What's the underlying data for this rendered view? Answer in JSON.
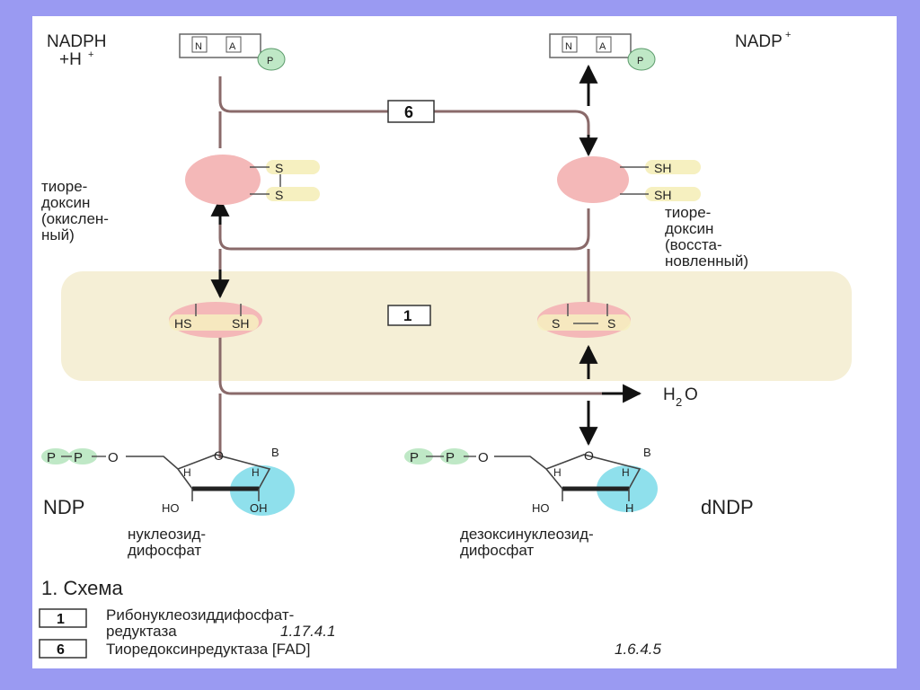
{
  "left": {
    "cofactor_line1": "NADPH",
    "cofactor_line2": "+H",
    "cofactor_charge": "+",
    "thioredoxin_lines": [
      "тиоре-",
      "доксин",
      "(окислен-",
      "ный)"
    ],
    "thioredoxin_groups": [
      "S",
      "S"
    ],
    "enzyme_groups": [
      "HS",
      "SH"
    ],
    "phosphate_p1": "P",
    "phosphate_p2": "P",
    "phosphate_o": "O",
    "ring_o": "O",
    "base": "B",
    "ring_h1": "H",
    "ring_h2": "H",
    "sub_ho": "HO",
    "sub_oh": "OH",
    "molecule_abbr": "NDP",
    "molecule_name": [
      "нуклеозид-",
      "дифосфат"
    ]
  },
  "right": {
    "cofactor_line1": "NADP",
    "cofactor_charge": "+",
    "thioredoxin_lines": [
      "тиоре-",
      "доксин",
      "(восста-",
      "новленный)"
    ],
    "thioredoxin_groups": [
      "SH",
      "SH"
    ],
    "enzyme_groups": [
      "S",
      "S"
    ],
    "phosphate_p1": "P",
    "phosphate_p2": "P",
    "phosphate_o": "O",
    "ring_o": "O",
    "base": "B",
    "ring_h1": "H",
    "ring_h2": "H",
    "sub_ho": "HO",
    "sub_h": "H",
    "molecule_abbr": "dNDP",
    "molecule_name": [
      "дезоксинуклеозид-",
      "дифосфат"
    ]
  },
  "nadp_icon": {
    "n": "N",
    "a": "A",
    "p": "P"
  },
  "water": {
    "h": "H",
    "sub": "2",
    "o": "O"
  },
  "enzyme_box_top": "6",
  "enzyme_box_mid": "1",
  "legend": {
    "title": "1. Схема",
    "items": [
      {
        "num": "1",
        "lines": [
          "Рибонуклеозиддифосфат-",
          "редуктаза"
        ],
        "ec": "1.17.4.1"
      },
      {
        "num": "6",
        "lines": [
          "Тиоредоксинредуктаза [FAD]"
        ],
        "ec": "1.6.4.5"
      }
    ]
  },
  "colors": {
    "background": "#9a9af2",
    "panel": "#ffffff",
    "enzyme_band": "#f5efd6",
    "protein_pink": "#f4b8b8",
    "group_yellow": "#f6f0c0",
    "phosphate_green": "#bfe8c6",
    "highlight_cyan": "#8fe0ec",
    "line": "#8a6a6a",
    "arrow": "#111111"
  }
}
